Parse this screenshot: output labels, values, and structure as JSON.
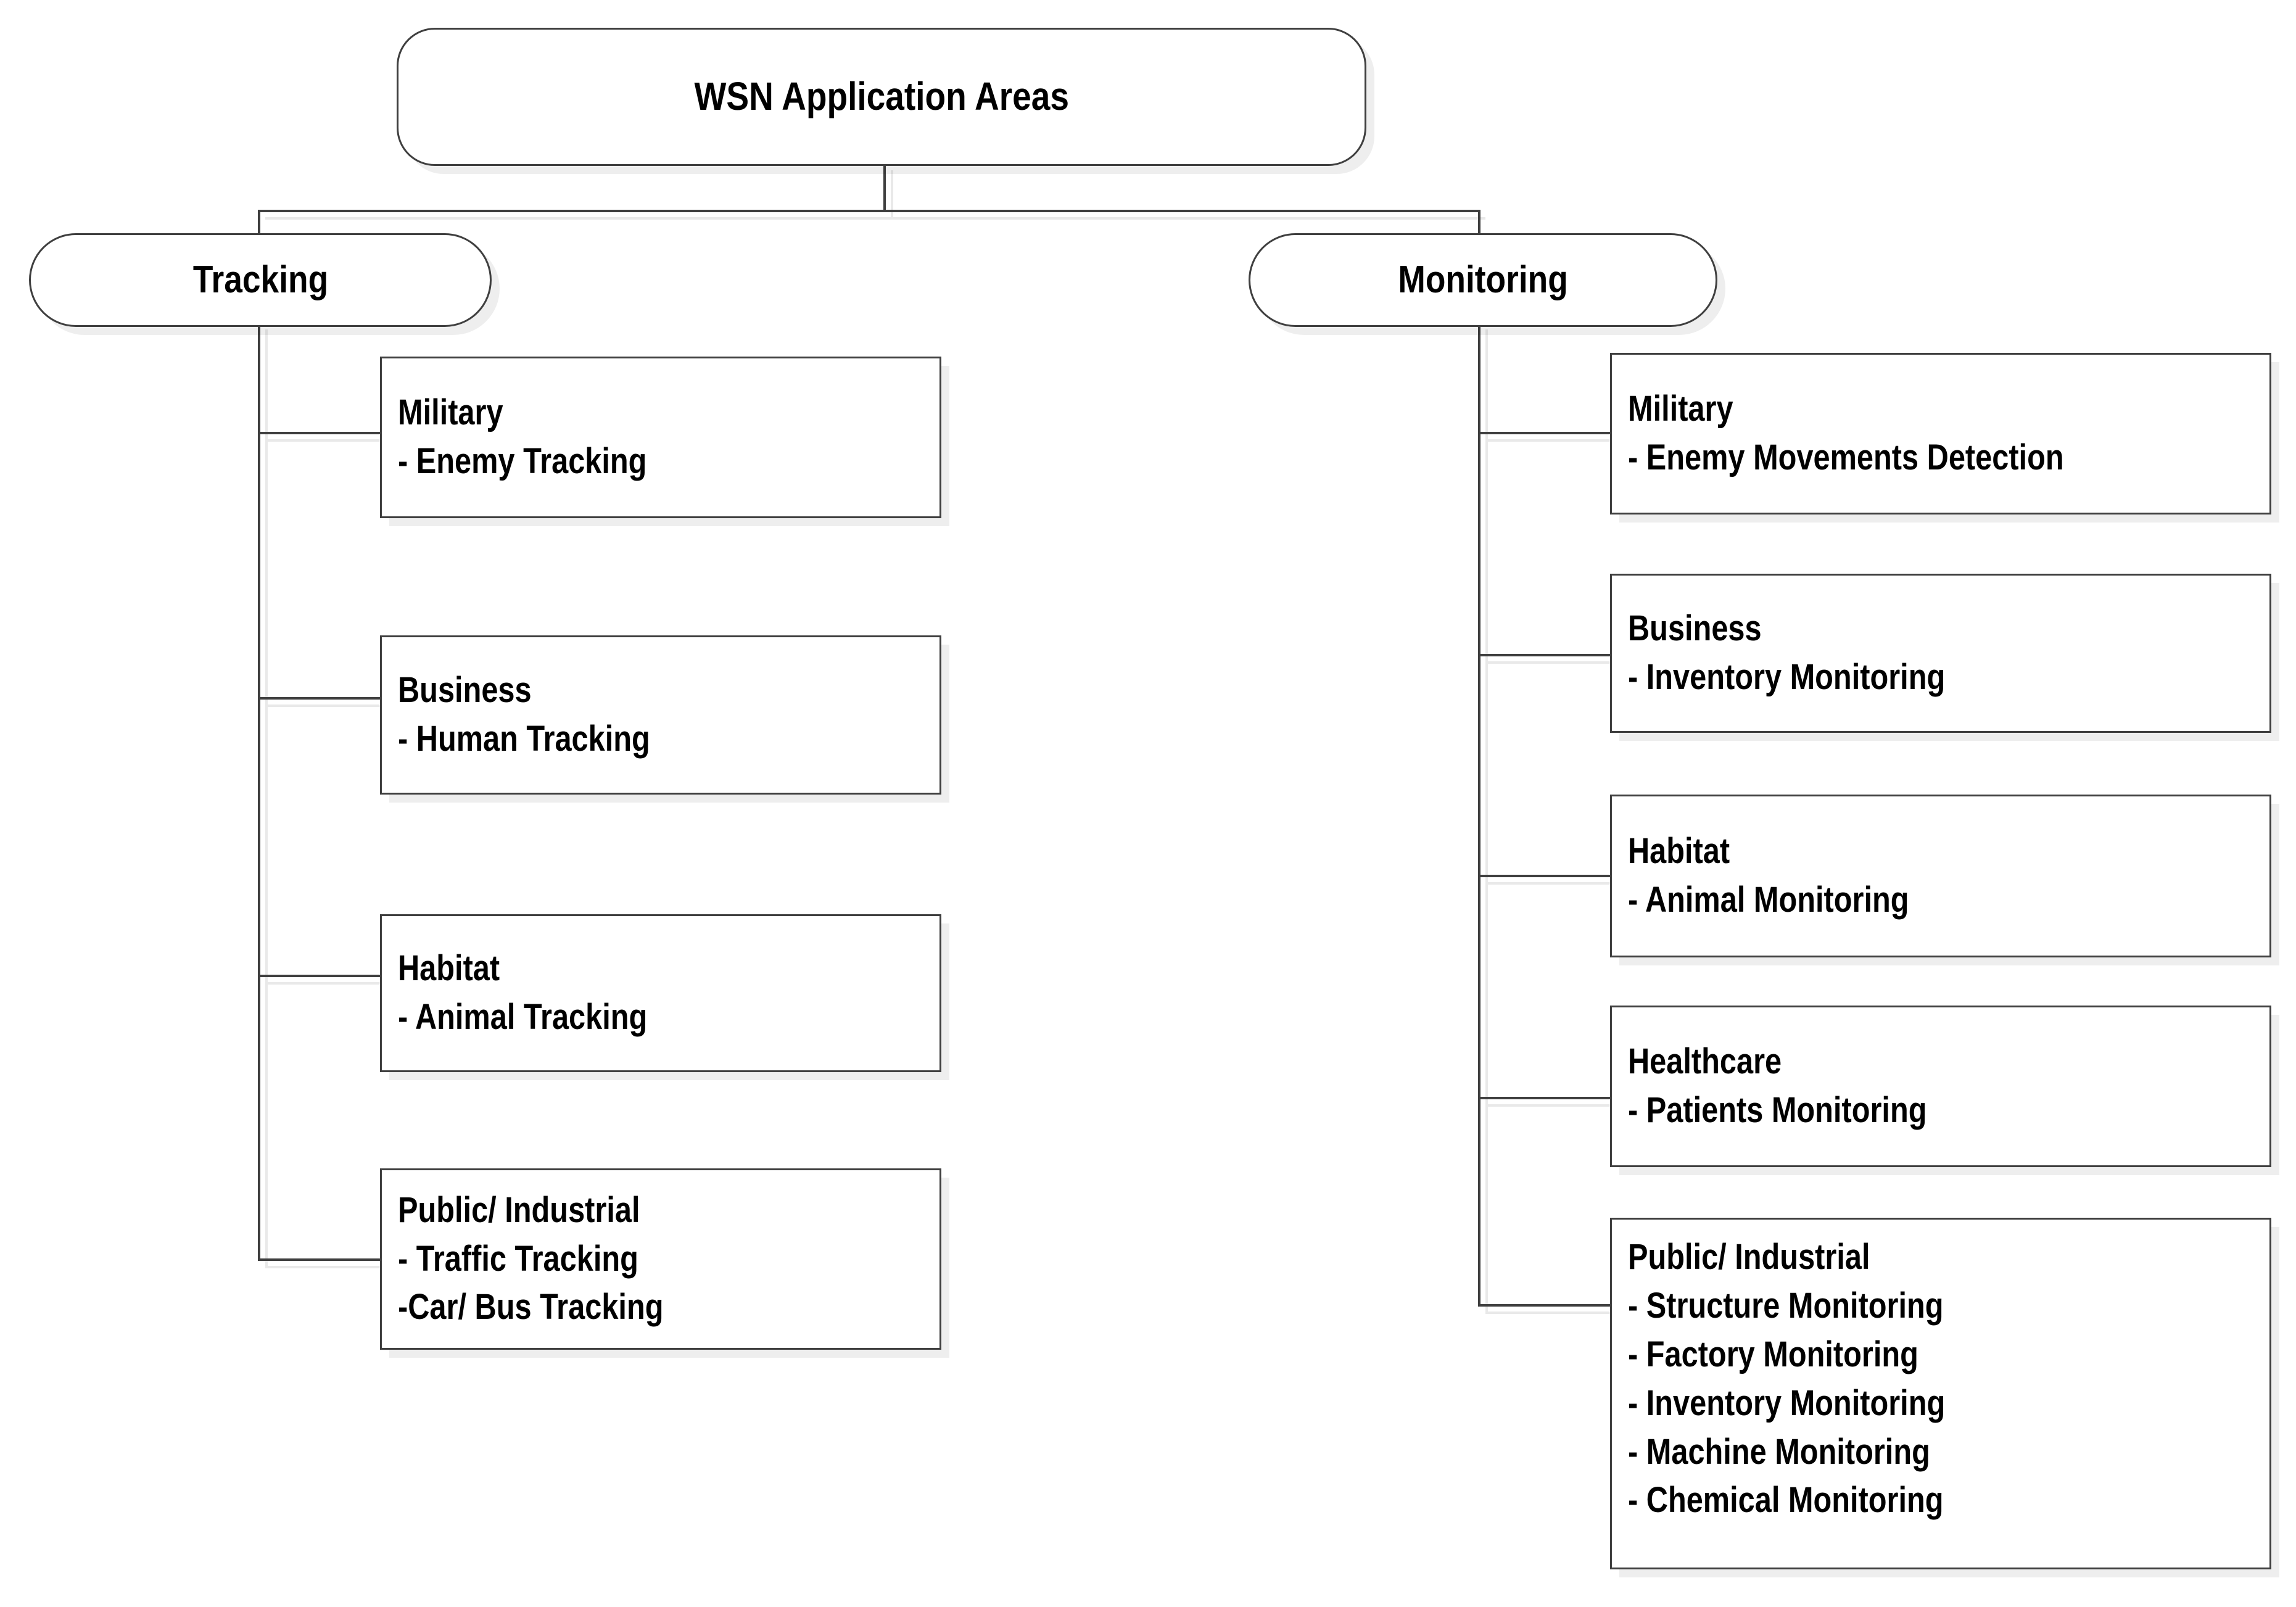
{
  "diagram": {
    "type": "tree",
    "title": "WSN Application Areas",
    "root": {
      "label": "WSN Application Areas"
    },
    "branches": [
      {
        "key": "tracking",
        "label": "Tracking",
        "children": [
          {
            "key": "tracking-military",
            "heading": "Military",
            "items": [
              "- Enemy Tracking"
            ]
          },
          {
            "key": "tracking-business",
            "heading": "Business",
            "items": [
              "- Human Tracking"
            ]
          },
          {
            "key": "tracking-habitat",
            "heading": "Habitat",
            "items": [
              "- Animal Tracking"
            ]
          },
          {
            "key": "tracking-public-industrial",
            "heading": "Public/ Industrial",
            "items": [
              "- Traffic Tracking",
              "-Car/ Bus Tracking"
            ]
          }
        ]
      },
      {
        "key": "monitoring",
        "label": "Monitoring",
        "children": [
          {
            "key": "monitoring-military",
            "heading": "Military",
            "items": [
              "- Enemy Movements Detection"
            ]
          },
          {
            "key": "monitoring-business",
            "heading": "Business",
            "items": [
              "- Inventory Monitoring"
            ]
          },
          {
            "key": "monitoring-habitat",
            "heading": "Habitat",
            "items": [
              "- Animal Monitoring"
            ]
          },
          {
            "key": "monitoring-healthcare",
            "heading": "Healthcare",
            "items": [
              "- Patients Monitoring"
            ]
          },
          {
            "key": "monitoring-public-industrial",
            "heading": "Public/ Industrial",
            "items": [
              "- Structure Monitoring",
              "- Factory Monitoring",
              "- Inventory Monitoring",
              "- Machine Monitoring",
              "- Chemical Monitoring"
            ]
          }
        ]
      }
    ],
    "colors": {
      "background": "#ffffff",
      "border": "#3f3f3f",
      "text": "#000000",
      "shadow": "#e9e9e9"
    }
  }
}
